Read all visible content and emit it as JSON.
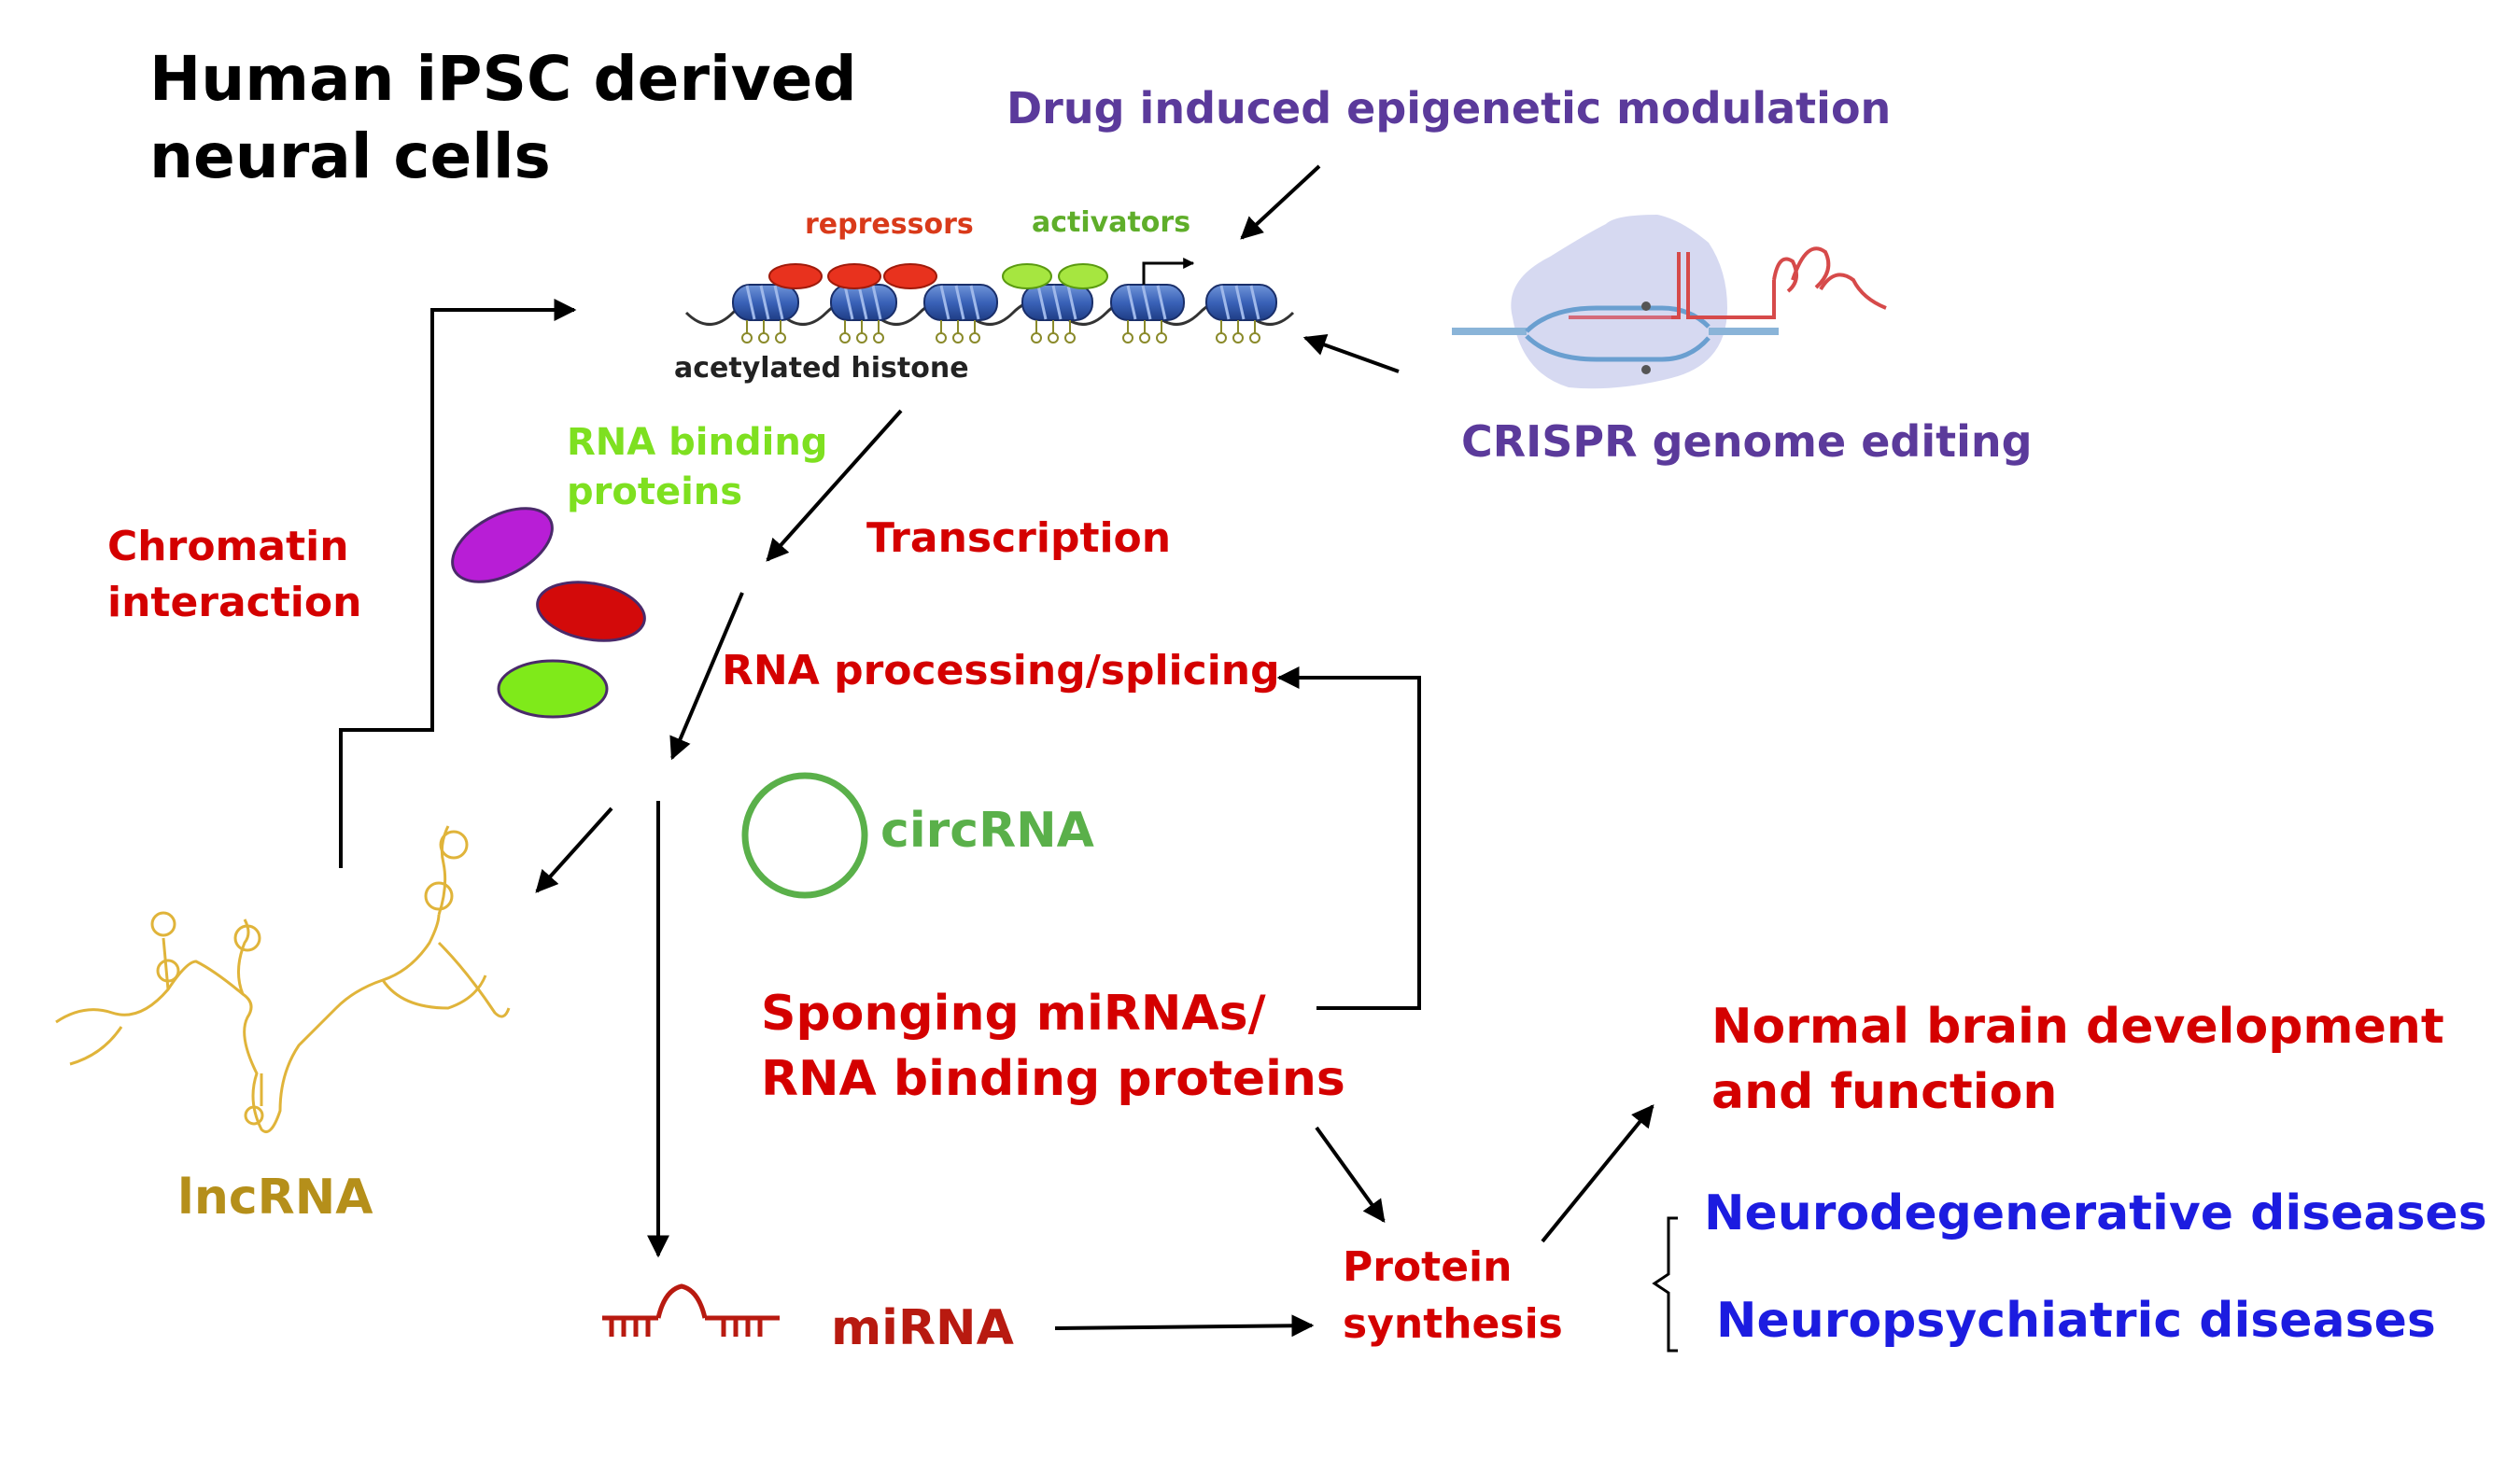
{
  "title_line1": "Human iPSC derived",
  "title_line2": "neural cells",
  "drug_label": "Drug induced epigenetic modulation",
  "repressors_label": "repressors",
  "activators_label": "activators",
  "histone_label": "acetylated histone",
  "crispr_label": "CRISPR genome editing",
  "rbp_line1": "RNA binding",
  "rbp_line2": "proteins",
  "chromatin_line1": "Chromatin",
  "chromatin_line2": "interaction",
  "transcription_label": "Transcription",
  "processing_label": "RNA processing/splicing",
  "circrna_label": "circRNA",
  "sponging_line1": "Sponging miRNAs/",
  "sponging_line2": "RNA binding proteins",
  "lncrna_label": "lncRNA",
  "mirna_label": "miRNA",
  "protein_line1": "Protein",
  "protein_line2": "synthesis",
  "normal_line1": "Normal brain development",
  "normal_line2": "and function",
  "neurodegen_label": "Neurodegenerative diseases",
  "neuropsych_label": "Neuropsychiatric diseases",
  "colors": {
    "black": "#000000",
    "red": "#d40000",
    "purple": "#5b3a9b",
    "lime": "#7ee020",
    "green": "#5ab04a",
    "gold": "#b58f1a",
    "blue": "#1c1ce0",
    "histone_blue": "#3a62b8",
    "repressor_red": "#e8321e",
    "activator_green": "#a6e640",
    "rbp_magenta": "#b81ed6",
    "rbp_red": "#d30a0a",
    "rbp_green": "#7fea1a",
    "mirna_red": "#b81a10"
  }
}
